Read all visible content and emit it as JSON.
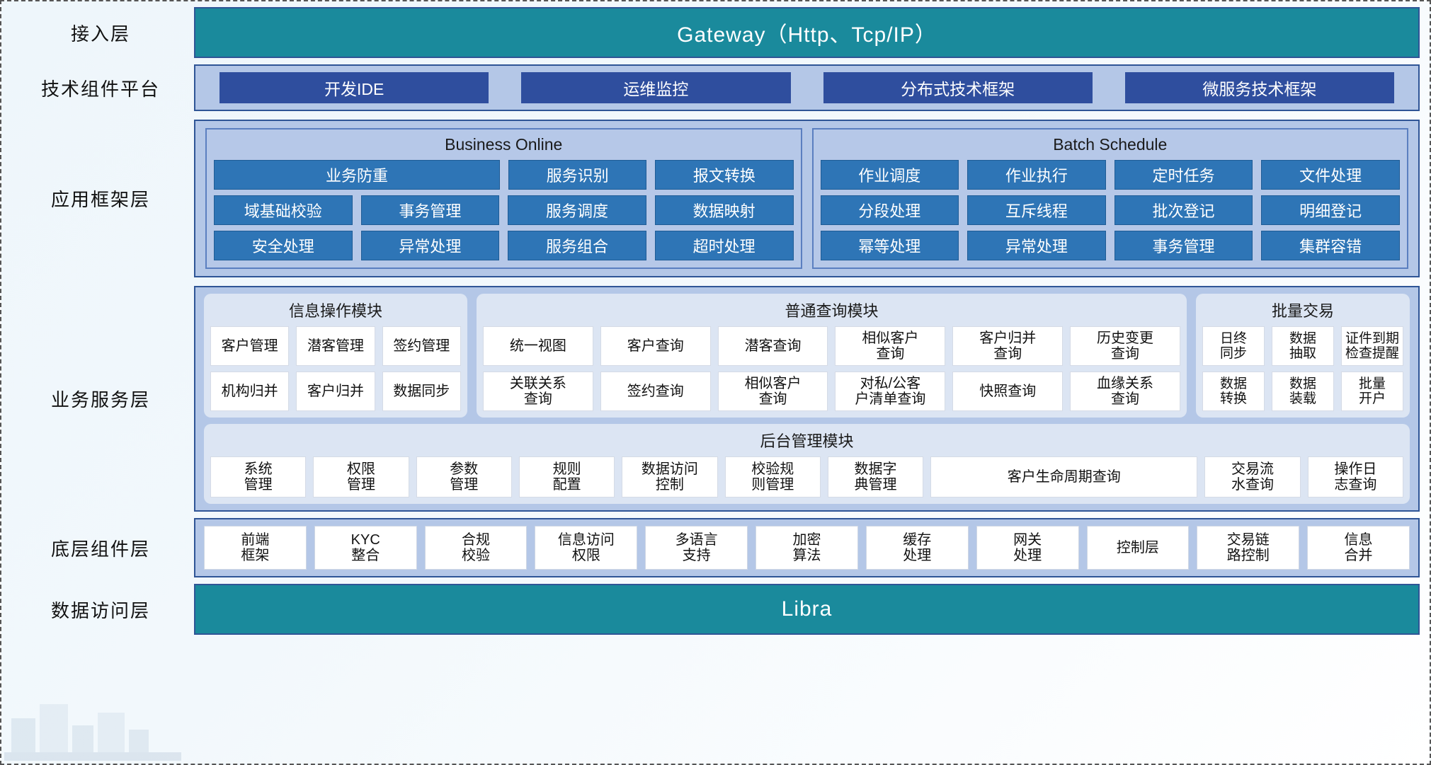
{
  "colors": {
    "teal": "#1a8a9c",
    "panel_blue": "#b4c7e7",
    "chip_blue": "#2f4e9e",
    "cell_blue": "#2e75b6",
    "border_blue": "#2f5596",
    "group_light": "#dce5f3"
  },
  "layers": [
    {
      "label": "接入层"
    },
    {
      "label": "技术组件平台"
    },
    {
      "label": "应用框架层"
    },
    {
      "label": "业务服务层"
    },
    {
      "label": "底层组件层"
    },
    {
      "label": "数据访问层"
    }
  ],
  "access_layer": {
    "label": "接入层",
    "bar_text": "Gateway（Http、Tcp/IP）"
  },
  "tech_platform": {
    "label": "技术组件平台",
    "chips": [
      "开发IDE",
      "运维监控",
      "分布式技术框架",
      "微服务技术框架"
    ]
  },
  "app_framework": {
    "label": "应用框架层",
    "groups": [
      {
        "title": "Business Online",
        "rows": [
          [
            "业务防重",
            "服务识别",
            "报文转换"
          ],
          [
            "域基础校验",
            "事务管理",
            "服务调度",
            "数据映射"
          ],
          [
            "安全处理",
            "异常处理",
            "服务组合",
            "超时处理"
          ]
        ]
      },
      {
        "title": "Batch Schedule",
        "rows": [
          [
            "作业调度",
            "作业执行",
            "定时任务",
            "文件处理"
          ],
          [
            "分段处理",
            "互斥线程",
            "批次登记",
            "明细登记"
          ],
          [
            "幂等处理",
            "异常处理",
            "事务管理",
            "集群容错"
          ]
        ]
      }
    ]
  },
  "business_service": {
    "label": "业务服务层",
    "top_groups": [
      {
        "title": "信息操作模块",
        "rows": [
          [
            "客户管理",
            "潜客管理",
            "签约管理"
          ],
          [
            "机构归并",
            "客户归并",
            "数据同步"
          ]
        ]
      },
      {
        "title": "普通查询模块",
        "rows": [
          [
            "统一视图",
            "客户查询",
            "潜客查询",
            "相似客户\n查询",
            "客户归并\n查询",
            "历史变更\n查询"
          ],
          [
            "关联关系\n查询",
            "签约查询",
            "相似客户\n查询",
            "对私/公客\n户清单查询",
            "快照查询",
            "血缘关系\n查询"
          ]
        ]
      },
      {
        "title": "批量交易",
        "rows": [
          [
            "日终\n同步",
            "数据\n抽取",
            "证件到期\n检查提醒"
          ],
          [
            "数据\n转换",
            "数据\n装载",
            "批量\n开户"
          ]
        ]
      }
    ],
    "bottom_group": {
      "title": "后台管理模块",
      "cells": [
        {
          "text": "系统\n管理",
          "wide": false
        },
        {
          "text": "权限\n管理",
          "wide": false
        },
        {
          "text": "参数\n管理",
          "wide": false
        },
        {
          "text": "规则\n配置",
          "wide": false
        },
        {
          "text": "数据访问\n控制",
          "wide": false
        },
        {
          "text": "校验规\n则管理",
          "wide": false
        },
        {
          "text": "数据字\n典管理",
          "wide": false
        },
        {
          "text": "客户生命周期查询",
          "wide": true
        },
        {
          "text": "交易流\n水查询",
          "wide": false
        },
        {
          "text": "操作日\n志查询",
          "wide": false
        }
      ]
    }
  },
  "component_layer": {
    "label": "底层组件层",
    "cells": [
      "前端\n框架",
      "KYC\n整合",
      "合规\n校验",
      "信息访问\n权限",
      "多语言\n支持",
      "加密\n算法",
      "缓存\n处理",
      "网关\n处理",
      "控制层",
      "交易链\n路控制",
      "信息\n合并"
    ]
  },
  "data_access_layer": {
    "label": "数据访问层",
    "bar_text": "Libra"
  }
}
